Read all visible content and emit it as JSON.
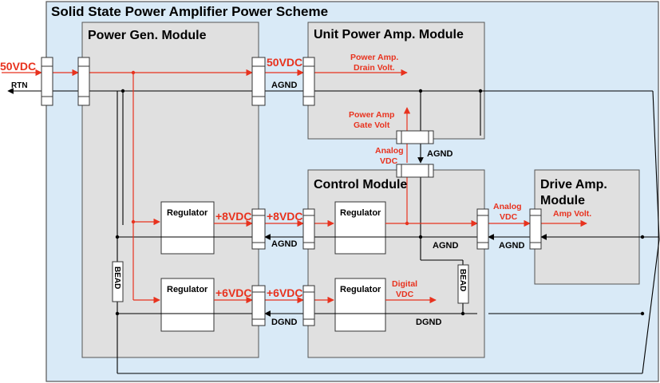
{
  "title": "Solid State Power Amplifier Power Scheme",
  "modules": {
    "power_gen": "Power Gen. Module",
    "unit_pa": "Unit Power Amp. Module",
    "control": "Control Module",
    "drive_amp_line1": "Drive Amp.",
    "drive_amp_line2": "Module"
  },
  "regulators": {
    "pg_upper": "Regulator",
    "pg_lower": "Regulator",
    "cm_upper": "Regulator",
    "cm_lower": "Regulator"
  },
  "voltages": {
    "input": "50VDC",
    "pa_in": "50VDC",
    "pg_8v": "+8VDC",
    "cm_8v": "+8VDC",
    "pg_6v": "+6VDC",
    "cm_6v": "+6VDC"
  },
  "signals": {
    "pa_drain_1": "Power Amp.",
    "pa_drain_2": "Drain Volt.",
    "pa_gate_1": "Power Amp",
    "pa_gate_2": "Gate Volt",
    "analog_vdc_1": "Analog",
    "analog_vdc_2": "VDC",
    "cm_analog_1": "Analog",
    "cm_analog_2": "VDC",
    "amp_volt": "Amp Volt.",
    "digital_1": "Digital",
    "digital_2": "VDC"
  },
  "grounds": {
    "rtn": "RTN",
    "pa_agnd": "AGND",
    "link_agnd": "AGND",
    "pg_agnd": "AGND",
    "cm_agnd": "AGND",
    "da_agnd": "AGND",
    "pg_dgnd": "DGND",
    "cm_dgnd": "DGND"
  },
  "beads": {
    "left": "BEAD",
    "right": "BEAD"
  },
  "colors": {
    "frame_fill": "#d9eaf7",
    "module_fill": "#e0e0e0",
    "power_line": "#e8321e",
    "ground_line": "#000000"
  }
}
